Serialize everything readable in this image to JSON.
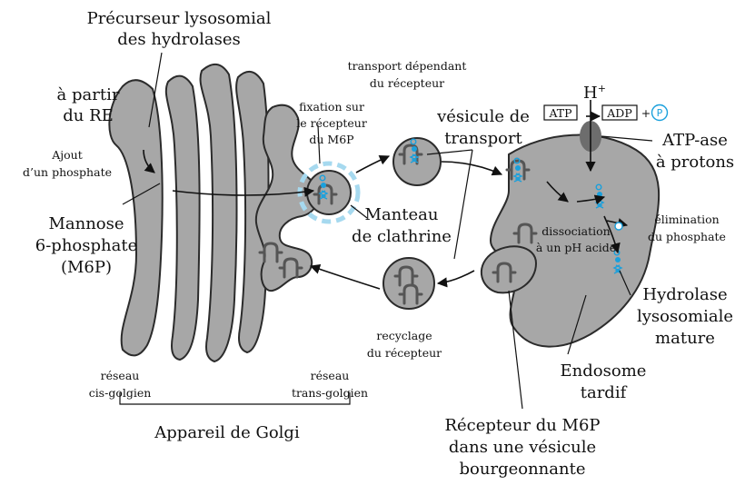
{
  "labels": {
    "precursor_l1": "Précurseur lysosomial",
    "precursor_l2": "des hydrolases",
    "from_re_l1": "à partir",
    "from_re_l2": "du RE",
    "phosphate_l1": "Ajout",
    "phosphate_l2": "d’un phosphate",
    "m6p_l1": "Mannose",
    "m6p_l2": "6-phosphate",
    "m6p_l3": "(M6P)",
    "binding_l1": "fixation sur",
    "binding_l2": "le récepteur",
    "binding_l3": "du M6P",
    "transport_dep_l1": "transport dépendant",
    "transport_dep_l2": "du récepteur",
    "vesicle_l1": "vésicule de",
    "vesicle_l2": "transport",
    "clathrin_l1": "Manteau",
    "clathrin_l2": "de clathrine",
    "hplus": "H",
    "hplus_sup": "+",
    "atp": "ATP",
    "adp": "ADP",
    "plus": "+",
    "p": "P",
    "atpase_l1": "ATP-ase",
    "atpase_l2": "à protons",
    "dissociation_l1": "dissociation",
    "dissociation_l2": "à un pH acide",
    "elimination_l1": "élimination",
    "elimination_l2": "du phosphate",
    "hydrolase_l1": "Hydrolase",
    "hydrolase_l2": "lysosomiale",
    "hydrolase_l3": "mature",
    "endosome_l1": "Endosome",
    "endosome_l2": "tardif",
    "recycling_l1": "recyclage",
    "recycling_l2": "du récepteur",
    "cis_l1": "réseau",
    "cis_l2": "cis-golgien",
    "trans_l1": "réseau",
    "trans_l2": "trans-golgien",
    "golgi": "Appareil de Golgi",
    "receptor_l1": "Récepteur du M6P",
    "receptor_l2": "dans une vésicule",
    "receptor_l3": "bourgeonnante"
  },
  "colors": {
    "membrane": "#a7a7a7",
    "enzyme": "#1aa0dc",
    "pump": "#6d6d6d",
    "receptor": "#555555"
  }
}
